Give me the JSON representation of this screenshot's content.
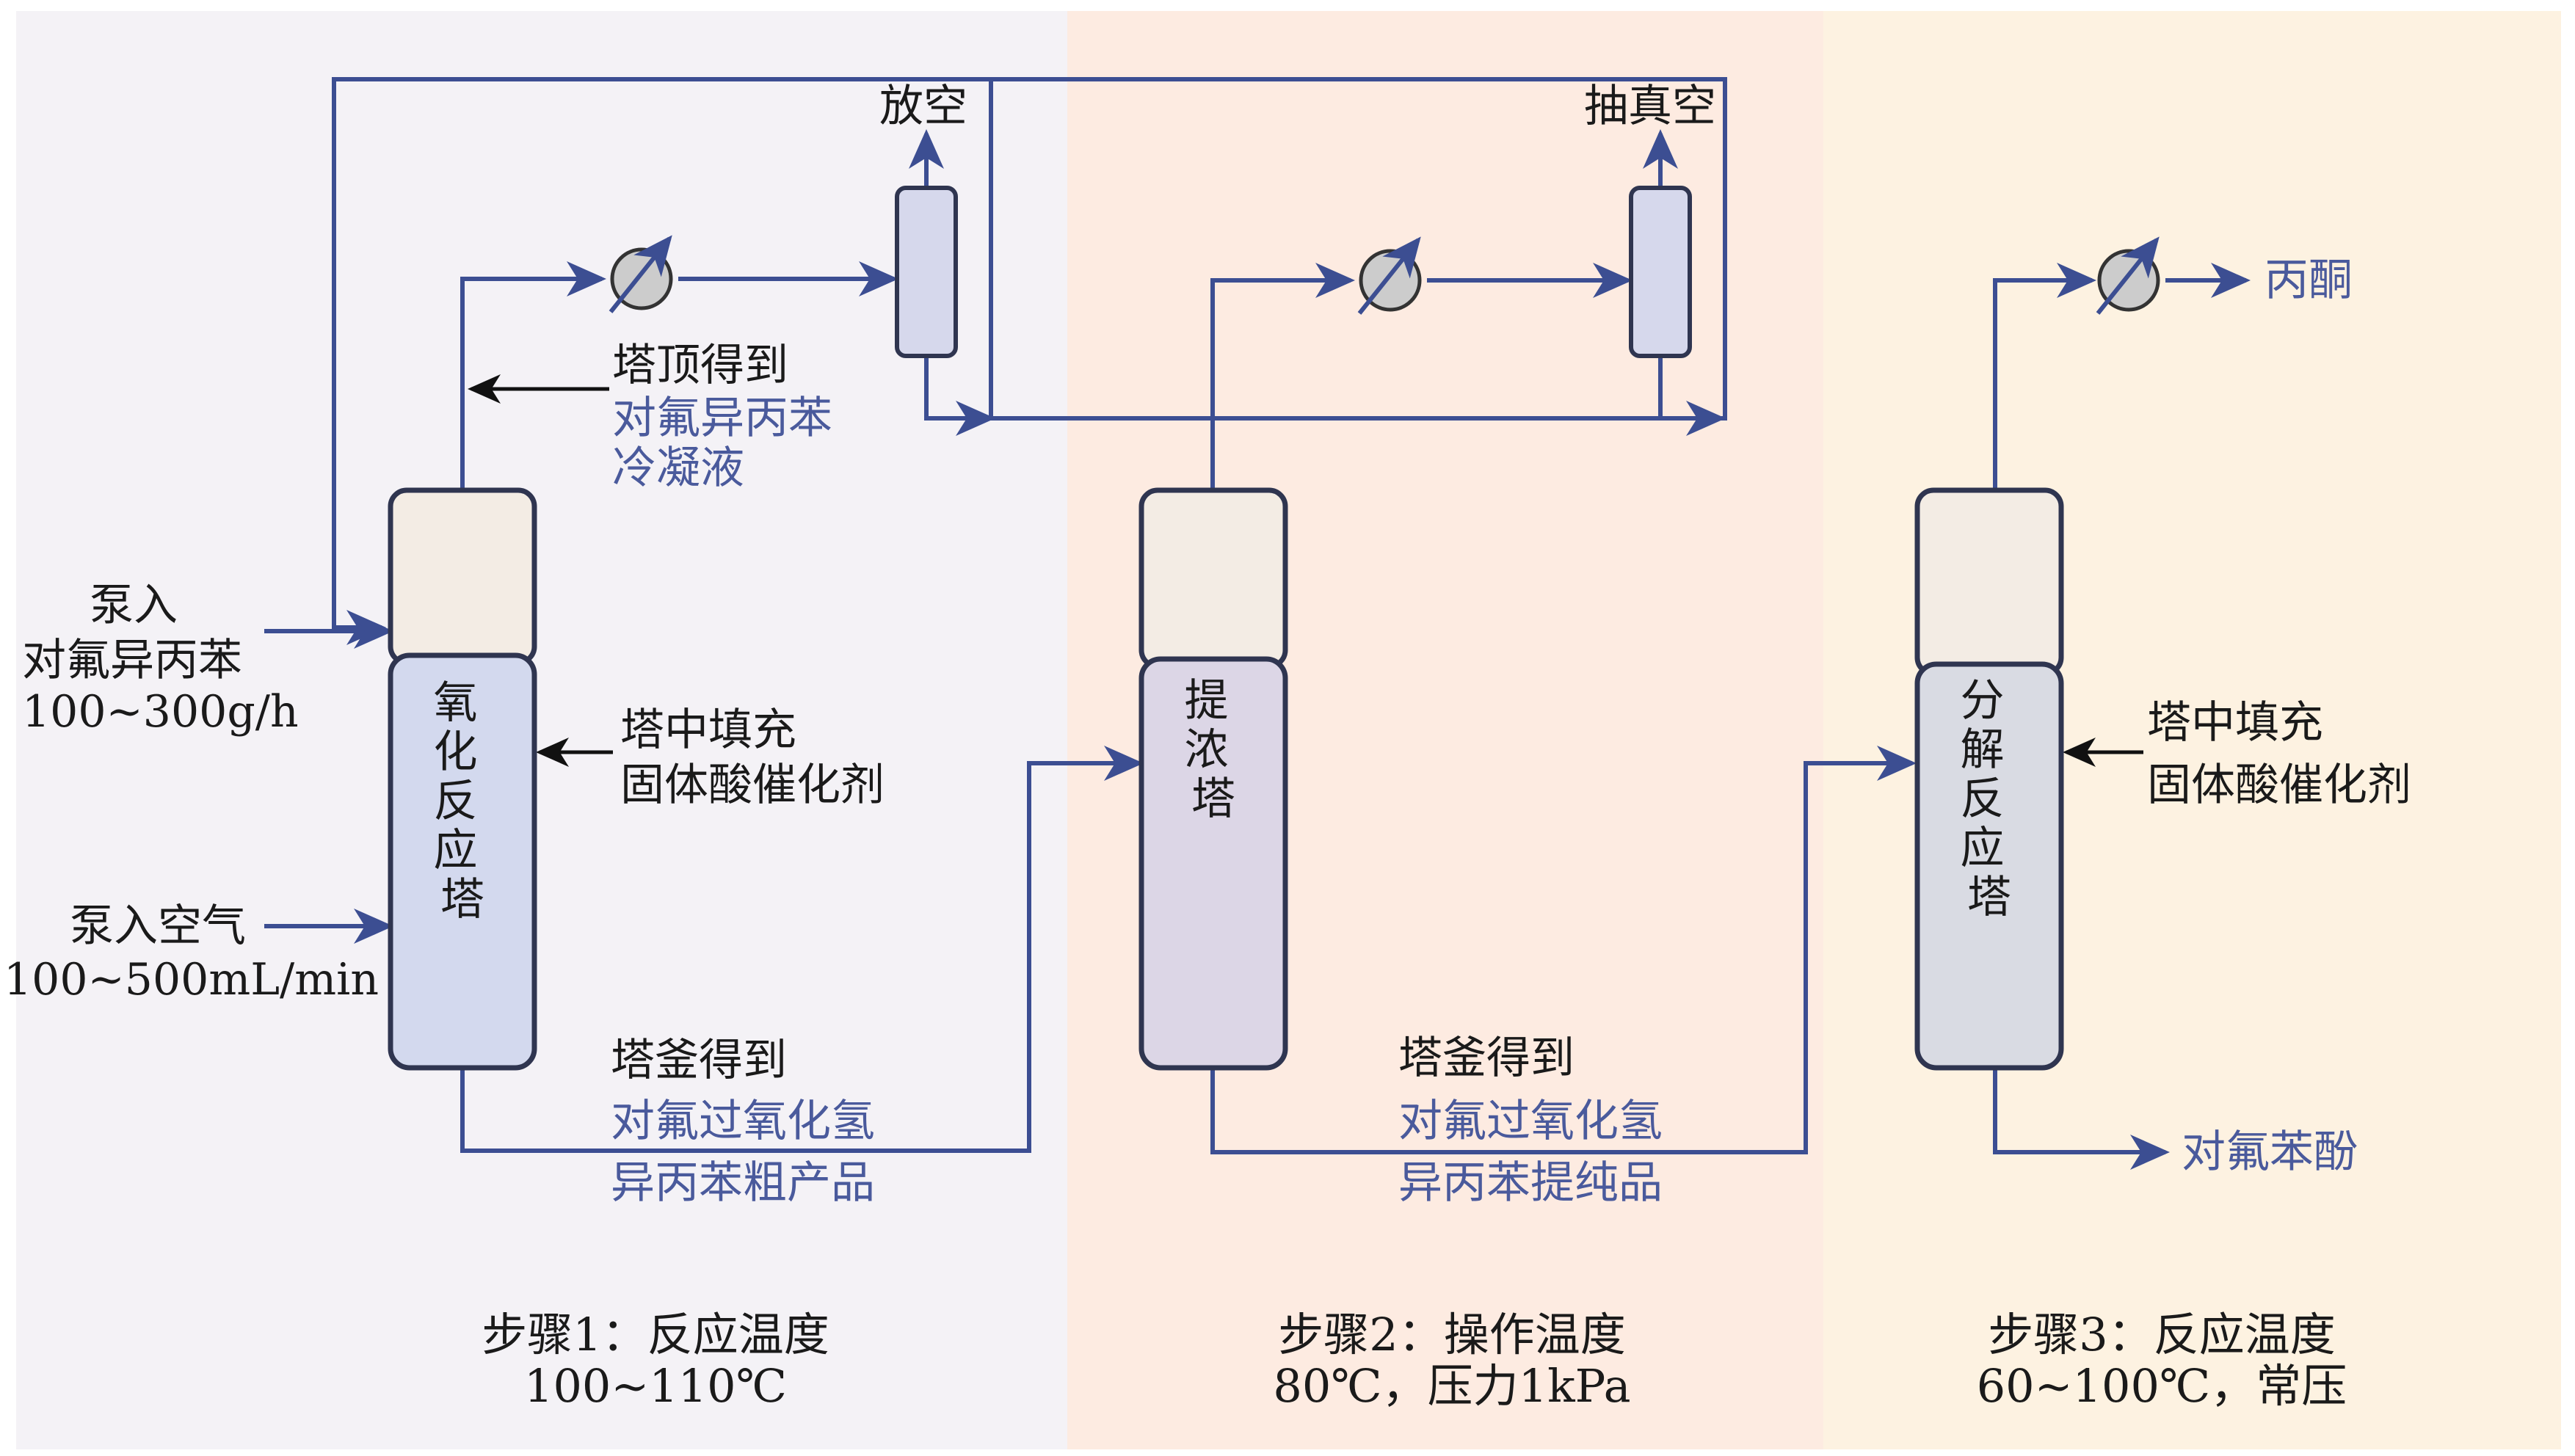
{
  "colors": {
    "step1_bg": "#f4f2f6",
    "step2_bg": "#fdebe1",
    "step3_bg": "#fdf2e1",
    "flow_line": "#3c4e92",
    "blue_text": "#4a5a9c",
    "vessel_top": "#f3ece4",
    "vessel1_body": "#d3d9ee",
    "vessel2_body": "#dcd6e6",
    "vessel3_body": "#d9dbe3",
    "condenser": "#d6d8ec",
    "heat_exchanger": "#cccccc"
  },
  "columns": {
    "oxidation": [
      "氧",
      "化",
      "反",
      "应",
      "塔"
    ],
    "concentration": [
      "提",
      "浓",
      "塔"
    ],
    "decomposition": [
      "分",
      "解",
      "反",
      "应",
      "塔"
    ]
  },
  "inputs": {
    "pump_in": "泵入",
    "feed_name": "对氟异丙苯",
    "feed_rate": "100~300g/h",
    "air_in": "泵入空气",
    "air_rate": "100~500mL/min"
  },
  "vents": {
    "vent": "放空",
    "vacuum": "抽真空"
  },
  "annotations": {
    "top_obtain": "塔顶得到",
    "top_product_1": "对氟异丙苯",
    "top_product_2": "冷凝液",
    "fill_1": "塔中填充",
    "fill_2": "固体酸催化剂",
    "bottom_obtain": "塔釜得到",
    "bottom_1_line1": "对氟过氧化氢",
    "bottom_1_line2": "异丙苯粗产品",
    "bottom_2_line1": "对氟过氧化氢",
    "bottom_2_line2": "异丙苯提纯品",
    "fill3_1": "塔中填充",
    "fill3_2": "固体酸催化剂"
  },
  "outputs": {
    "acetone": "丙酮",
    "fluorophenol": "对氟苯酚"
  },
  "steps": {
    "step1_title": "步骤1：反应温度",
    "step1_value": "100~110℃",
    "step2_title": "步骤2：操作温度",
    "step2_value": "80℃，压力1kPa",
    "step3_title": "步骤3：反应温度",
    "step3_value": "60~100℃，常压"
  }
}
